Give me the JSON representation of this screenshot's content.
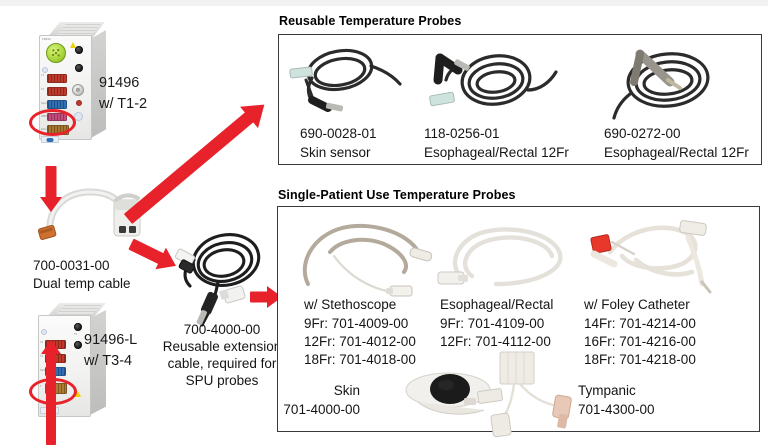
{
  "page": {
    "background": "#ffffff",
    "accent_red": "#e8222a"
  },
  "modules": [
    {
      "id": "module-top",
      "label_line1": "91496",
      "label_line2": "w/ T1-2"
    },
    {
      "id": "module-bottom",
      "label_line1": "91496-L",
      "label_line2": "w/ T3-4"
    }
  ],
  "cables": [
    {
      "id": "dual-temp-cable",
      "part_number": "700-0031-00",
      "description": "Dual temp cable"
    },
    {
      "id": "reusable-extension-cable",
      "part_number": "700-4000-00",
      "description_line1": "Reusable extension",
      "description_line2": "cable, required for",
      "description_line3": "SPU probes"
    }
  ],
  "reusable_box": {
    "title": "Reusable Temperature Probes",
    "items": [
      {
        "part_number": "690-0028-01",
        "description": "Skin sensor"
      },
      {
        "part_number": "118-0256-01",
        "description": "Esophageal/Rectal 12Fr"
      },
      {
        "part_number": "690-0272-00",
        "description": "Esophageal/Rectal 12Fr"
      }
    ]
  },
  "spu_box": {
    "title": "Single-Patient Use Temperature Probes",
    "items": [
      {
        "name": "w/ Stethoscope",
        "variants": [
          "9Fr: 701-4009-00",
          "12Fr: 701-4012-00",
          "18Fr: 701-4018-00"
        ]
      },
      {
        "name": "Esophageal/Rectal",
        "variants": [
          "9Fr: 701-4109-00",
          "12Fr: 701-4112-00"
        ]
      },
      {
        "name": "w/ Foley Catheter",
        "variants": [
          "14Fr: 701-4214-00",
          "16Fr: 701-4216-00",
          "18Fr: 701-4218-00"
        ]
      },
      {
        "name": "Skin",
        "variants": [
          "701-4000-00"
        ]
      },
      {
        "name": "Tympanic",
        "variants": [
          "701-4300-00"
        ]
      }
    ]
  }
}
